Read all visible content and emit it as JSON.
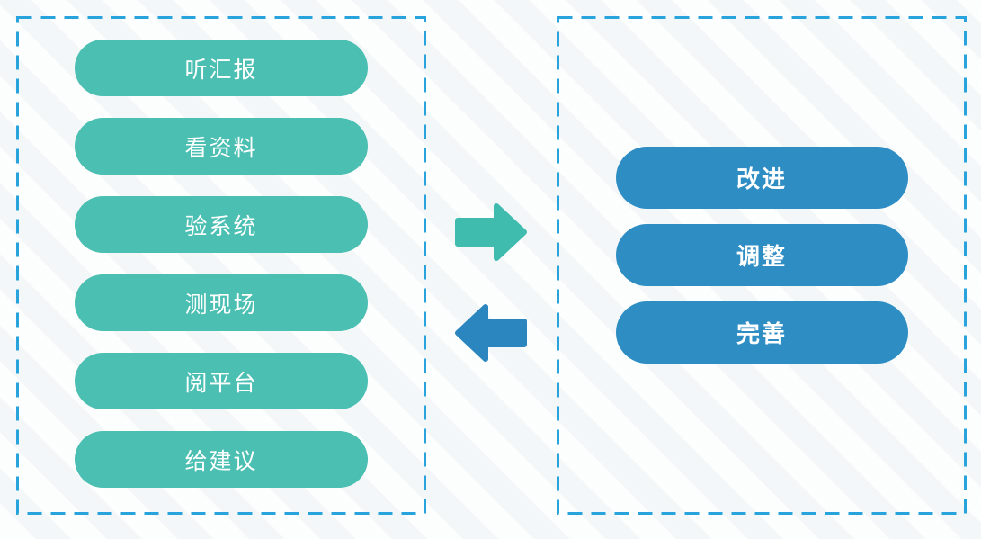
{
  "diagram": {
    "left_panel": {
      "items": [
        "听汇报",
        "看资料",
        "验系统",
        "测现场",
        "阅平台",
        "给建议"
      ]
    },
    "right_panel": {
      "items": [
        "改进",
        "调整",
        "完善"
      ]
    },
    "arrows": {
      "forward": {
        "direction": "right",
        "color": "#3fbcae"
      },
      "backward": {
        "direction": "left",
        "color": "#2b86bf"
      }
    },
    "colors": {
      "left_pill": "#4bbfb2",
      "right_pill": "#2e8ec4",
      "dashed_border": "#29a3db",
      "background": "#f7fafb",
      "pill_text": "#ffffff"
    }
  }
}
